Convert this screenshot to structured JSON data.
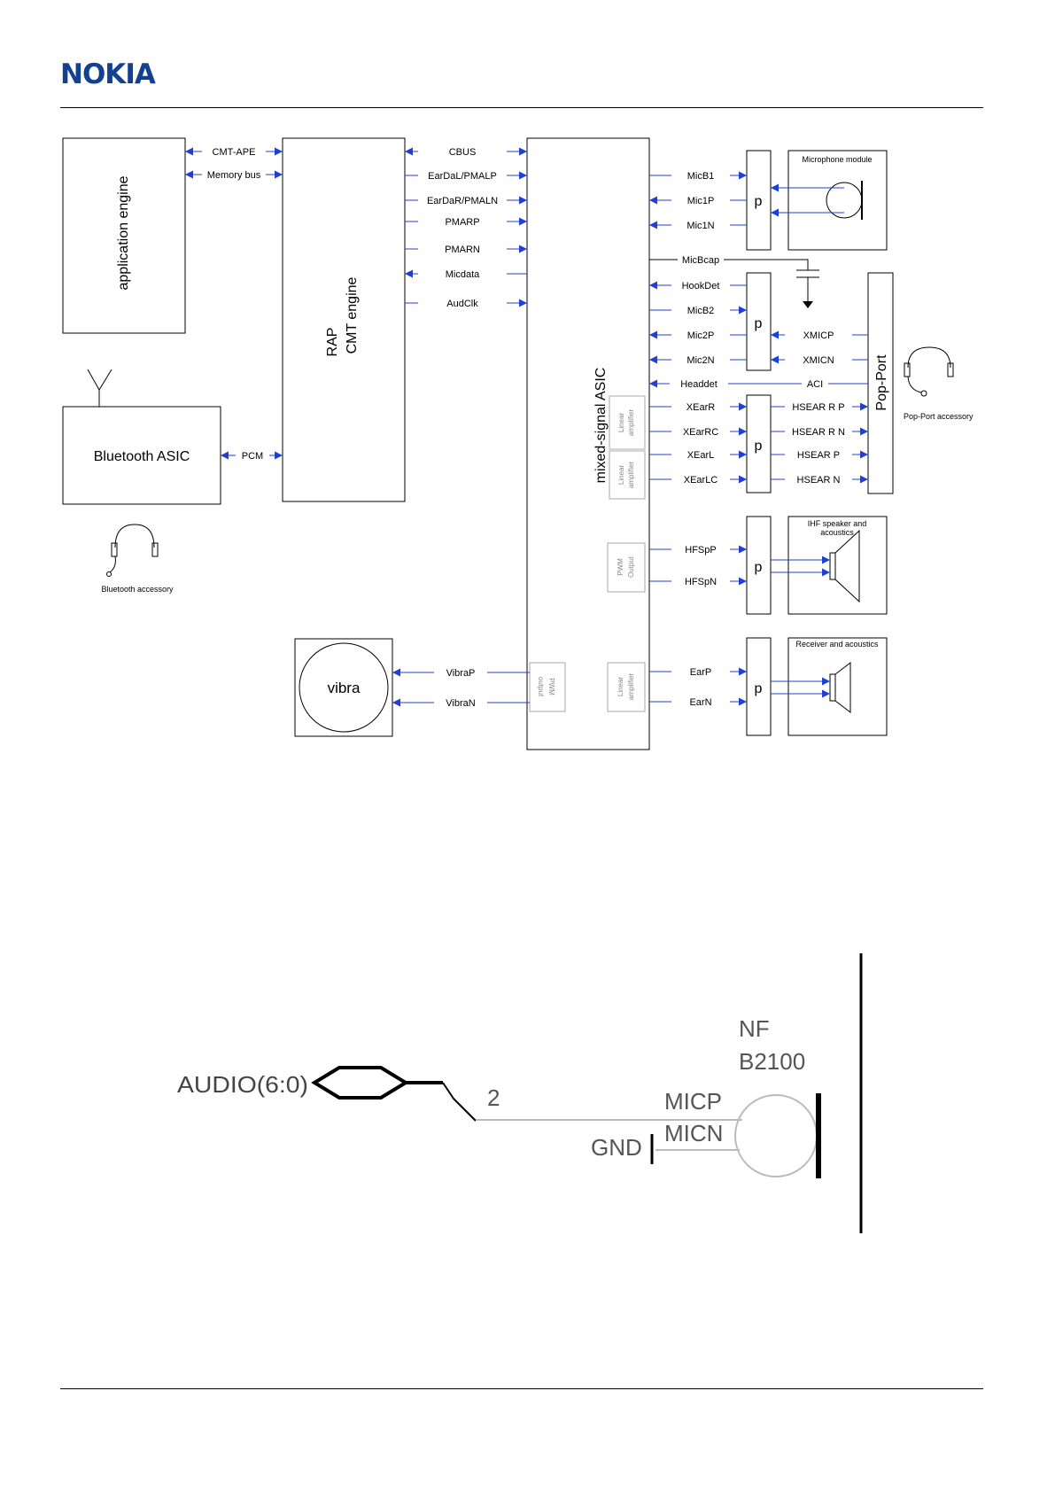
{
  "header": {
    "logo": "NOKIA"
  },
  "block_diagram": {
    "blocks": {
      "application_engine": "application engine",
      "cmt_line1": "RAP",
      "cmt_line2": "CMT engine",
      "bluetooth": "Bluetooth ASIC",
      "asic": "mixed-signal ASIC",
      "vibra": "vibra",
      "popport": "Pop-Port",
      "p": "p",
      "microphone_module": "Microphone module",
      "ihf_line1": "IHF speaker and",
      "ihf_line2": "acoustics",
      "receiver": "Receiver and acoustics",
      "popport_accessory": "Pop-Port accessory",
      "bluetooth_accessory": "Bluetooth accessory"
    },
    "internal": {
      "linear_line1": "Linear",
      "linear_line2": "amplifier",
      "pwm_line1": "PWM",
      "pwm_line2": "Output",
      "pwm_vibra_line1": "PWM",
      "pwm_vibra_line2": "output"
    },
    "app_cmt_signals": [
      "CMT-APE",
      "Memory bus"
    ],
    "bt_signal": "PCM",
    "cmt_asic_signals": [
      "CBUS",
      "EarDaL/PMALP",
      "EarDaR/PMALN",
      "PMARP",
      "PMARN",
      "Micdata",
      "AudClk"
    ],
    "vibra_signals": [
      "VibraP",
      "VibraN"
    ],
    "asic_right_signals": [
      "MicB1",
      "Mic1P",
      "Mic1N",
      "MicBcap",
      "HookDet",
      "MicB2",
      "Mic2P",
      "Mic2N",
      "Headdet",
      "XEarR",
      "XEarRC",
      "XEarL",
      "XEarLC",
      "HFSpP",
      "HFSpN",
      "EarP",
      "EarN"
    ],
    "popport_signals": [
      "XMICP",
      "XMICN",
      "ACI",
      "HSEAR R P",
      "HSEAR R N",
      "HSEAR P",
      "HSEAR N"
    ]
  },
  "schematic": {
    "bus": "AUDIO(6:0)",
    "index": "2",
    "ref": "NF",
    "part": "B2100",
    "pin_p": "MICP",
    "pin_n": "MICN",
    "gnd": "GND"
  }
}
